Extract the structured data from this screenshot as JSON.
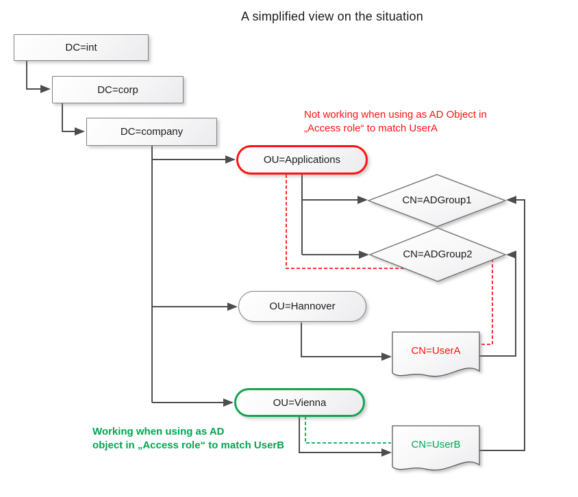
{
  "title": "A simplified view on the situation",
  "nodes": {
    "dc_int": {
      "label": "DC=int"
    },
    "dc_corp": {
      "label": "DC=corp"
    },
    "dc_company": {
      "label": "DC=company"
    },
    "ou_applications": {
      "label": "OU=Applications"
    },
    "ou_hannover": {
      "label": "OU=Hannover"
    },
    "ou_vienna": {
      "label": "OU=Vienna"
    },
    "cn_adgroup1": {
      "label": "CN=ADGroup1"
    },
    "cn_adgroup2": {
      "label": "CN=ADGroup2"
    },
    "cn_usera": {
      "label": "CN=UserA"
    },
    "cn_userb": {
      "label": "CN=UserB"
    }
  },
  "annotations": {
    "not_working": {
      "line1": "Not working when using as AD Object in",
      "line2": "„Access role“ to match UserA"
    },
    "working": {
      "line1": "Working when using as AD",
      "line2": "object in „Access role“ to match UserB"
    }
  },
  "colors": {
    "red_accent": "#ff1111",
    "green_accent": "#00a650",
    "connector": "#4d4d4d",
    "shape_border": "#7f7f7f",
    "text": "#1a1a1a"
  }
}
